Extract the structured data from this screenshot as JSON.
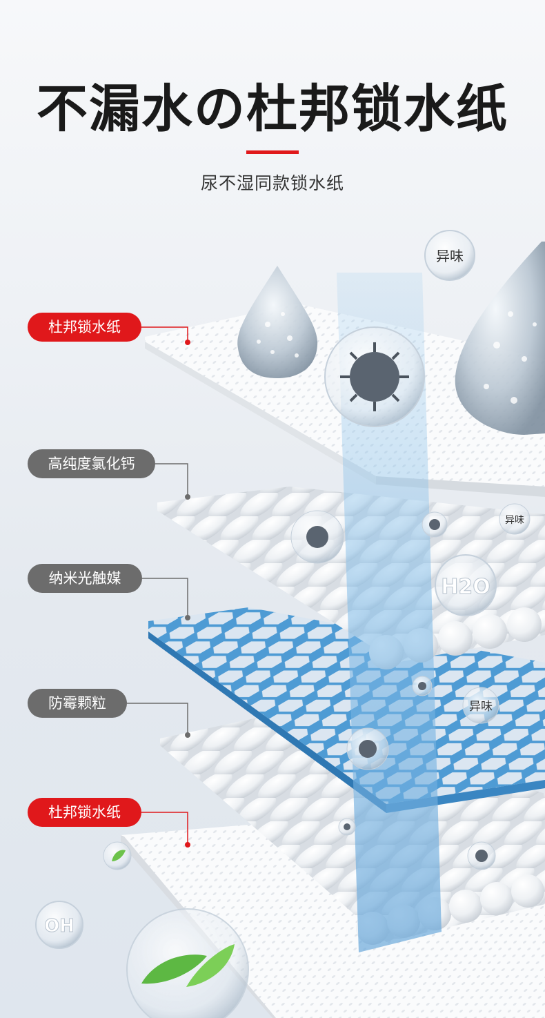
{
  "header": {
    "title": "不漏水の杜邦锁水纸",
    "subtitle": "尿不湿同款锁水纸",
    "accent_color": "#e0181b"
  },
  "layers": [
    {
      "label": "杜邦锁水纸",
      "style": "red"
    },
    {
      "label": "高纯度氯化钙",
      "style": "gray"
    },
    {
      "label": "纳米光触媒",
      "style": "gray"
    },
    {
      "label": "防霉颗粒",
      "style": "gray"
    },
    {
      "label": "杜邦锁水纸",
      "style": "red"
    }
  ],
  "bubbles": {
    "odor_1": "异味",
    "odor_2": "异味",
    "odor_3": "异味",
    "h2o": "H2O",
    "oh": "OH"
  },
  "icons": {
    "droplet": "water-drop-icon",
    "virus": "virus-icon",
    "leaf": "leaf-icon"
  }
}
